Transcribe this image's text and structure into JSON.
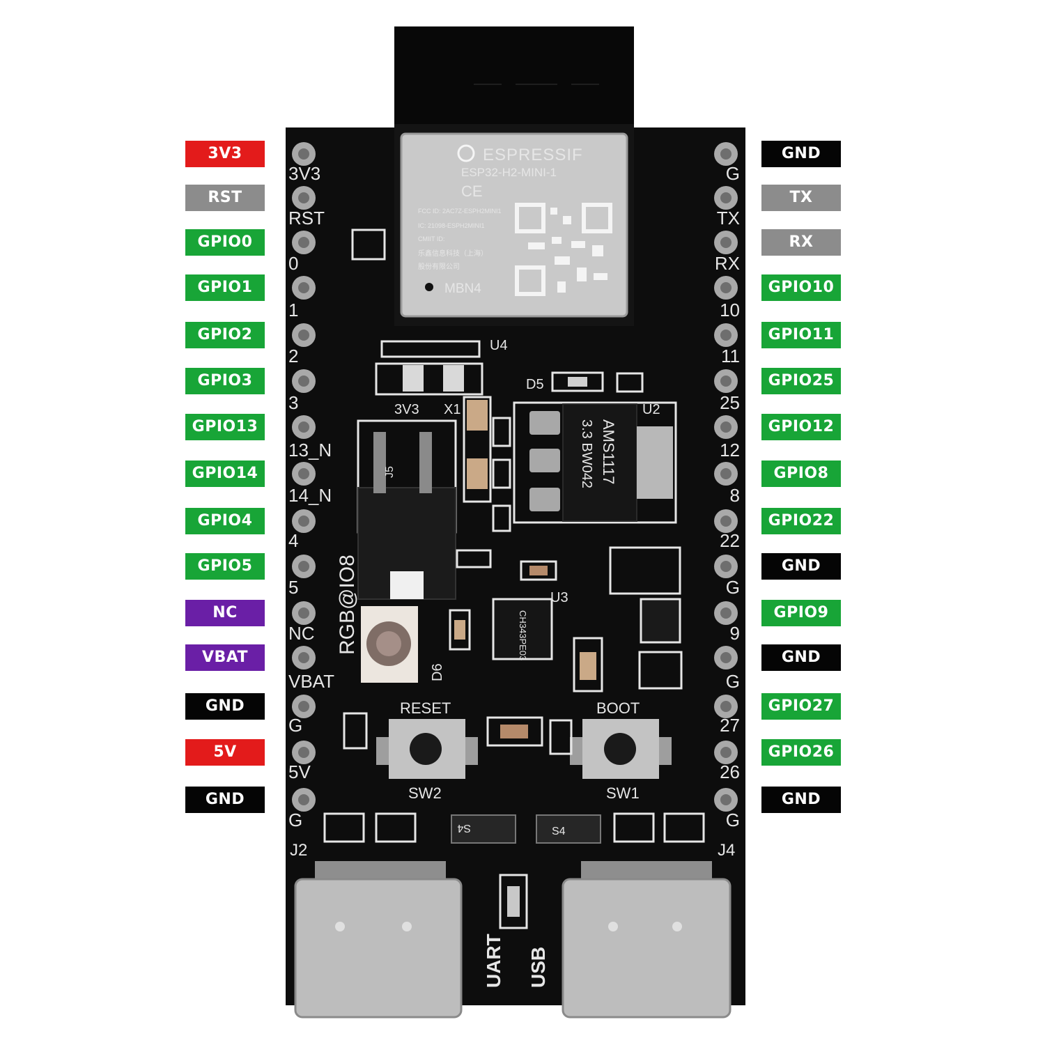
{
  "colors": {
    "power": "#e31b1b",
    "control": "#8c8c8c",
    "gpio": "#18a537",
    "nc": "#6a1fa6",
    "ground": "#050505",
    "board": "#0d0d0d",
    "module_shield": "#c9c9c9",
    "usb_connector": "#bdbdbd"
  },
  "left_pins": [
    {
      "label": "3V3",
      "kind": "power"
    },
    {
      "label": "RST",
      "kind": "control"
    },
    {
      "label": "GPIO0",
      "kind": "gpio"
    },
    {
      "label": "GPIO1",
      "kind": "gpio"
    },
    {
      "label": "GPIO2",
      "kind": "gpio"
    },
    {
      "label": "GPIO3",
      "kind": "gpio"
    },
    {
      "label": "GPIO13",
      "kind": "gpio"
    },
    {
      "label": "GPIO14",
      "kind": "gpio"
    },
    {
      "label": "GPIO4",
      "kind": "gpio"
    },
    {
      "label": "GPIO5",
      "kind": "gpio"
    },
    {
      "label": "NC",
      "kind": "nc"
    },
    {
      "label": "VBAT",
      "kind": "nc"
    },
    {
      "label": "GND",
      "kind": "ground"
    },
    {
      "label": "5V",
      "kind": "power"
    },
    {
      "label": "GND",
      "kind": "ground"
    }
  ],
  "right_pins": [
    {
      "label": "GND",
      "kind": "ground"
    },
    {
      "label": "TX",
      "kind": "control"
    },
    {
      "label": "RX",
      "kind": "control"
    },
    {
      "label": "GPIO10",
      "kind": "gpio"
    },
    {
      "label": "GPIO11",
      "kind": "gpio"
    },
    {
      "label": "GPIO25",
      "kind": "gpio"
    },
    {
      "label": "GPIO12",
      "kind": "gpio"
    },
    {
      "label": "GPIO8",
      "kind": "gpio"
    },
    {
      "label": "GPIO22",
      "kind": "gpio"
    },
    {
      "label": "GND",
      "kind": "ground"
    },
    {
      "label": "GPIO9",
      "kind": "gpio"
    },
    {
      "label": "GND",
      "kind": "ground"
    },
    {
      "label": "GPIO27",
      "kind": "gpio"
    },
    {
      "label": "GPIO26",
      "kind": "gpio"
    },
    {
      "label": "GND",
      "kind": "ground"
    }
  ],
  "board": {
    "left_silk": [
      "3V3",
      "RST",
      "0",
      "1",
      "2",
      "3",
      "13_N",
      "14_N",
      "4",
      "5",
      "NC",
      "VBAT",
      "G",
      "5V",
      "G"
    ],
    "right_silk": [
      "G",
      "TX",
      "RX",
      "10",
      "11",
      "25",
      "12",
      "8",
      "22",
      "G",
      "9",
      "G",
      "27",
      "26",
      "G"
    ],
    "module": {
      "brand": "ESPRESSIF",
      "model": "ESP32-H2-MINI-1",
      "ce_mark": "CE",
      "fcc_id": "FCC ID: 2AC7Z-ESPH2MINI1",
      "ic": "IC: 21098-ESPH2MINI1",
      "cmiit": "CMIIT ID:",
      "maker_line1": "乐鑫信息科技（上海）",
      "maker_line2": "股份有限公司",
      "code": "MBN4"
    },
    "regulator_chip": {
      "line1": "AMS1117",
      "line2": "3.3  BW042"
    },
    "usb_chip": {
      "text": "CH343PE03"
    },
    "silkscreen": {
      "u4": "U4",
      "d5": "D5",
      "v33": "3V3",
      "x1": "X1",
      "u2": "U2",
      "j5": "J5",
      "u3": "U3",
      "rgb": "RGB@IO8",
      "d6": "D6",
      "reset": "RESET",
      "boot": "BOOT",
      "sw2": "SW2",
      "sw1": "SW1",
      "j2": "J2",
      "j4": "J4",
      "uart": "UART",
      "usb": "USB",
      "s4a": "S4",
      "s4b": "S4"
    }
  }
}
